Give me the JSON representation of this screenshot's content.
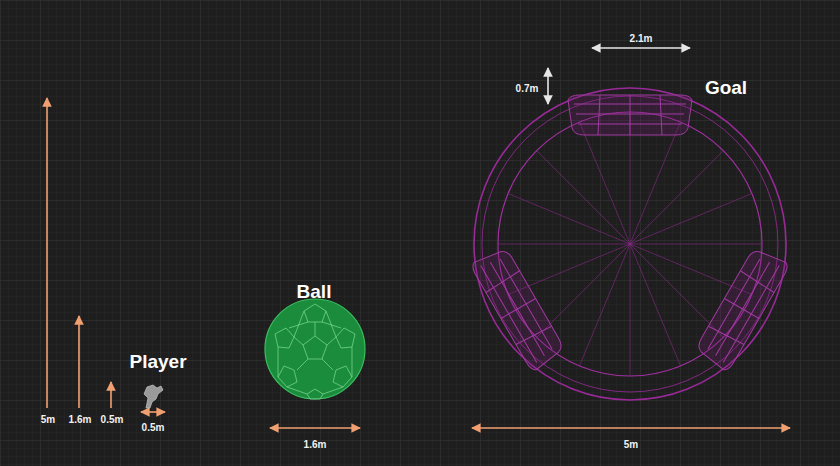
{
  "diagram": {
    "labels": [
      "2.1m",
      "0.7m",
      "Goal",
      "Player",
      "Ball",
      "5m",
      "1.6m",
      "0.5m",
      "0.5m",
      "1.6m",
      "5m"
    ]
  }
}
